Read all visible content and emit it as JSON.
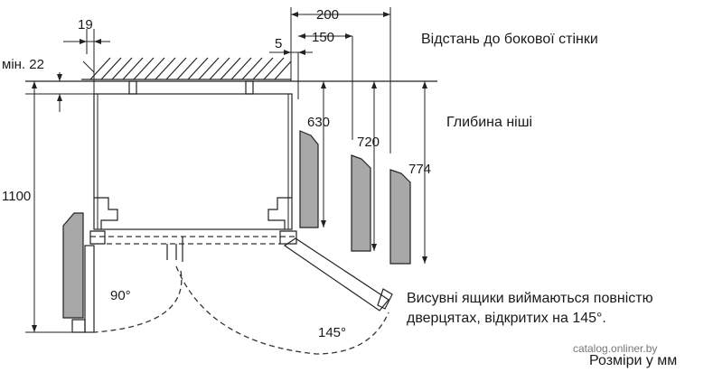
{
  "labels": {
    "side_wall_distance": "Відстань до бокової стінки",
    "niche_depth": "Глибина ніші",
    "drawers_note_line1": "Висувні ящики виймаються повністю",
    "drawers_note_line2": "дверцятах, відкритих на 145°.",
    "units_note": "Розміри у мм",
    "watermark": "catalog.onliner.by"
  },
  "dimensions": {
    "gap_top": "19",
    "min_top": "мін. 22",
    "height": "1100",
    "side_gap": "5",
    "offset_150": "150",
    "offset_200": "200",
    "depth_630": "630",
    "depth_720": "720",
    "depth_774": "774",
    "angle_90": "90°",
    "angle_145": "145°"
  },
  "colors": {
    "line": "#222222",
    "wall_fill": "#a8a8a8",
    "background": "#ffffff"
  }
}
